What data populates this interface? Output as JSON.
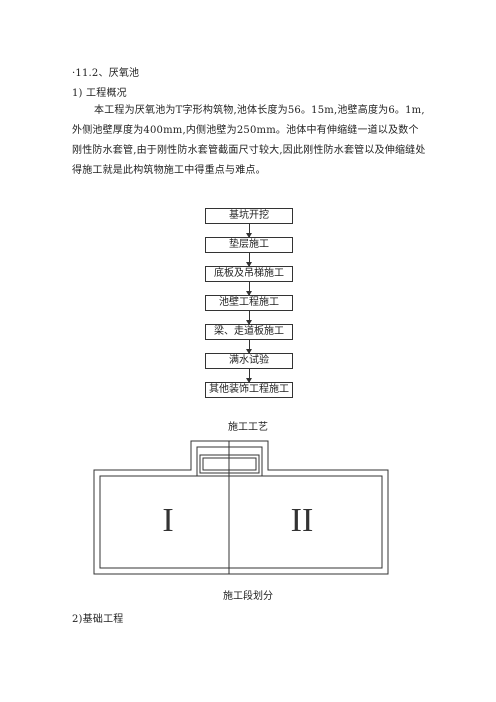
{
  "section": {
    "number_heading": "·11.2、厌氧池",
    "subsection_heading": "1) 工程概况"
  },
  "paragraph": {
    "lines": [
      "本工程为厌氧池为T字形构筑物,池体长度为56。15m,池壁高度为6。1m,",
      "外侧池壁厚度为400mm,内侧池壁为250mm。池体中有伸缩缝一道以及数个",
      "刚性防水套管,由于刚性防水套管截面尺寸较大,因此刚性防水套管以及伸缩缝处",
      "得施工就是此构筑物施工中得重点与难点。"
    ]
  },
  "flowchart": {
    "steps": [
      "基坑开挖",
      "垫层施工",
      "底板及吊梯施工",
      "池壁工程施工",
      "梁、走道板施工",
      "满水试验",
      "其他装饰工程施工"
    ],
    "caption": "施工工艺"
  },
  "plan_diagram": {
    "zone_left": "I",
    "zone_right": "II",
    "caption": "施工段划分"
  },
  "next_section": {
    "heading": "2)基础工程"
  }
}
